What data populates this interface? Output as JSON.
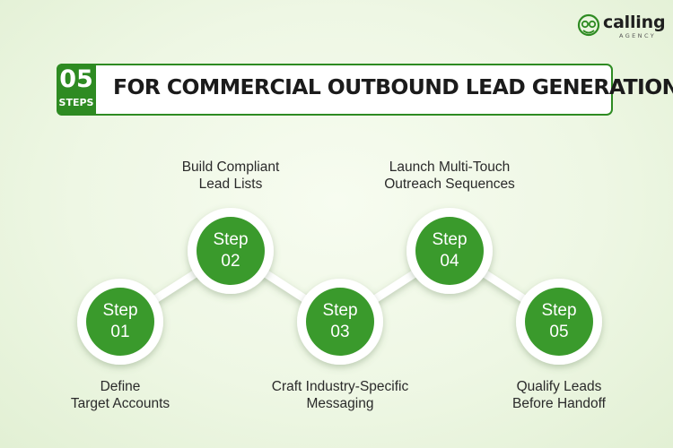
{
  "brand": {
    "name": "calling",
    "sub": "AGENCY"
  },
  "header": {
    "badge_number": "05",
    "badge_word": "STEPS",
    "title": "FOR COMMERCIAL OUTBOUND LEAD GENERATION"
  },
  "steps": [
    {
      "word": "Step",
      "num": "01",
      "label_line1": "Define",
      "label_line2": "Target Accounts"
    },
    {
      "word": "Step",
      "num": "02",
      "label_line1": "Build Compliant",
      "label_line2": "Lead Lists"
    },
    {
      "word": "Step",
      "num": "03",
      "label_line1": "Craft Industry-Specific",
      "label_line2": "Messaging"
    },
    {
      "word": "Step",
      "num": "04",
      "label_line1": "Launch Multi-Touch",
      "label_line2": "Outreach Sequences"
    },
    {
      "word": "Step",
      "num": "05",
      "label_line1": "Qualify Leads",
      "label_line2": "Before Handoff"
    }
  ],
  "colors": {
    "accent": "#2e8b22",
    "circle": "#3a9a2c",
    "ring": "#ffffff"
  }
}
